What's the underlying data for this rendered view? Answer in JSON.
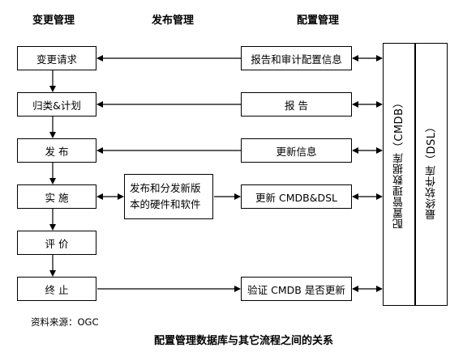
{
  "headers": {
    "change_mgmt": "变更管理",
    "release_mgmt": "发布管理",
    "config_mgmt": "配置管理"
  },
  "change_steps": [
    "变更请求",
    "归类&计划",
    "发 布",
    "实 施",
    "评 价",
    "终 止"
  ],
  "release_box": "发布和分发新版本的硬件和软件",
  "config_boxes": [
    "报告和审计配置信息",
    "报 告",
    "更新信息",
    "更新 CMDB&DSL",
    "验证 CMDB 是否更新"
  ],
  "cmdb_label": "配置管理数据库（CMDB）",
  "dsl_label": "最终软件库（DSL）",
  "source": "资料来源：OGC",
  "caption": "配置管理数据库与其它流程之间的关系"
}
